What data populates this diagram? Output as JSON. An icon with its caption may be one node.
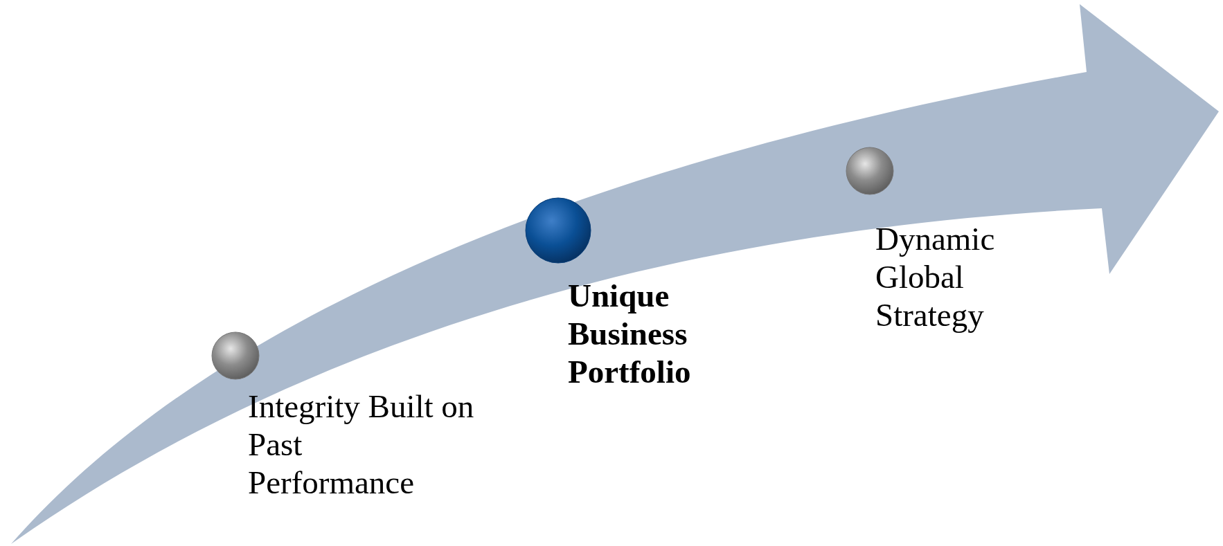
{
  "diagram": {
    "nodes": [
      {
        "text": [],
        "shape": "circle",
        "beside": [
          "Integrity Built on Past Performance"
        ]
      },
      {
        "text": [],
        "shape": "circle",
        "beside": [
          "Unique Business Portfolio"
        ]
      },
      {
        "text": [],
        "shape": "circle",
        "beside": [
          "Dynamic Global Strategy"
        ]
      }
    ]
  }
}
